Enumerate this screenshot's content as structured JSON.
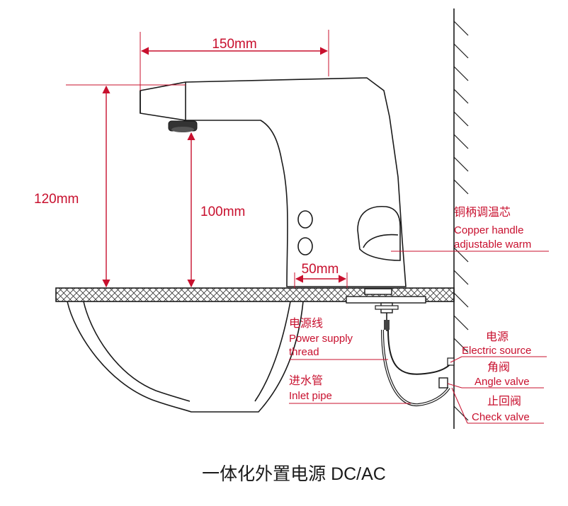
{
  "dimensions": {
    "spout_length": "150mm",
    "total_height": "120mm",
    "spout_height": "100mm",
    "base_width": "50mm"
  },
  "labels": {
    "handle_cn": "铜柄调温芯",
    "handle_en_1": "Copper handle",
    "handle_en_2": "adjustable warm",
    "power_cn": "电源线",
    "power_en_1": "Power supply",
    "power_en_2": "thread",
    "inlet_cn": "进水管",
    "inlet_en": "Inlet pipe",
    "source_cn": "电源",
    "source_en": "Electric source",
    "angle_cn": "角阀",
    "angle_en": "Angle valve",
    "check_cn": "止回阀",
    "check_en": "Check valve"
  },
  "caption": "一体化外置电源 DC/AC",
  "colors": {
    "annotation": "#c8102e",
    "drawing": "#1a1a1a"
  }
}
